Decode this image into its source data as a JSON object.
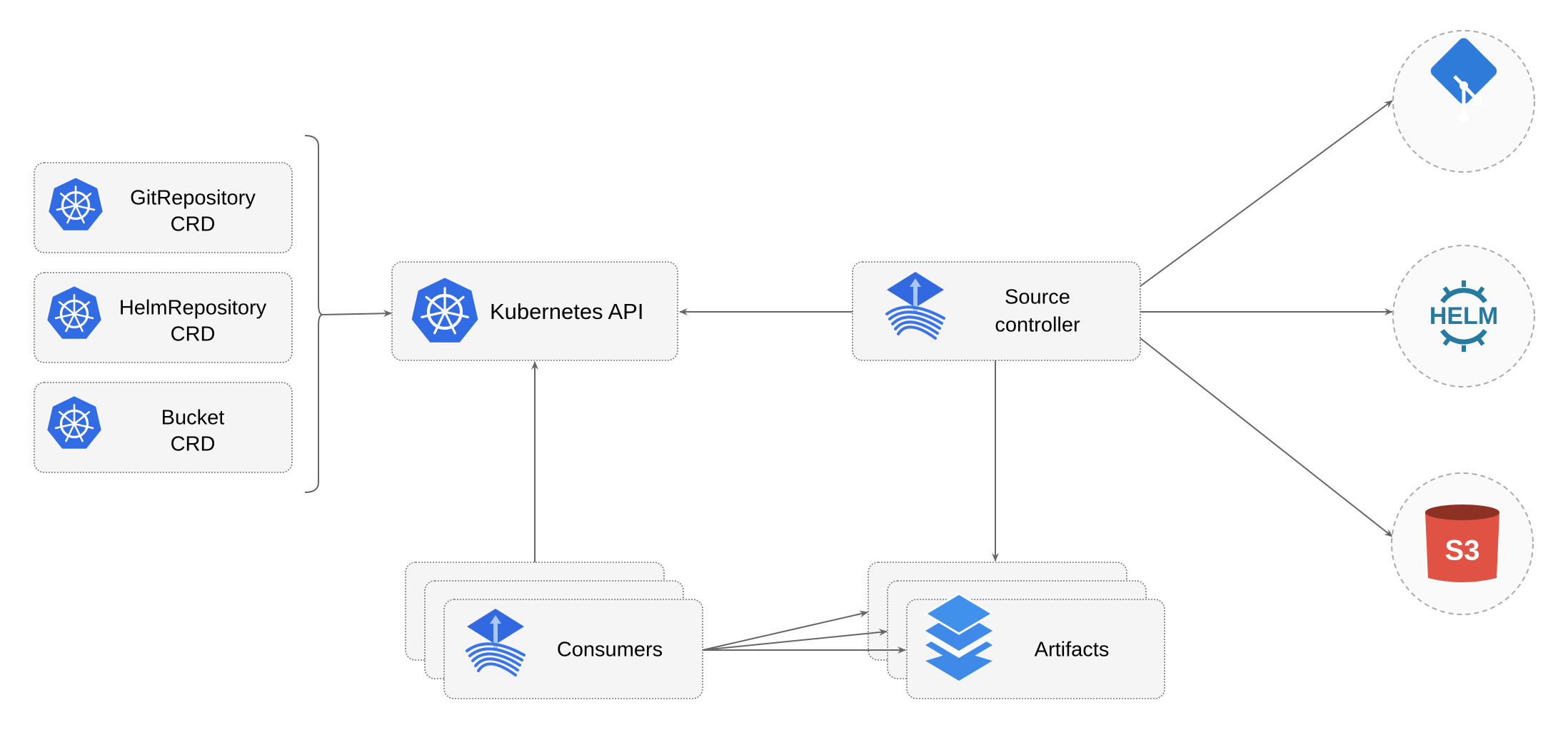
{
  "crds": [
    {
      "line1": "GitRepository",
      "line2": "CRD",
      "icon": "kubernetes-icon"
    },
    {
      "line1": "HelmRepository",
      "line2": "CRD",
      "icon": "kubernetes-icon"
    },
    {
      "line1": "Bucket",
      "line2": "CRD",
      "icon": "kubernetes-icon"
    }
  ],
  "kubernetes_api": {
    "label": "Kubernetes API",
    "icon": "kubernetes-icon"
  },
  "source_controller": {
    "line1": "Source",
    "line2": "controller",
    "icon": "flux-icon"
  },
  "consumers": {
    "label": "Consumers",
    "icon": "flux-icon"
  },
  "artifacts": {
    "label": "Artifacts",
    "icon": "layers-icon"
  },
  "sources": [
    {
      "name": "Git",
      "icon": "git-icon"
    },
    {
      "name": "Helm",
      "icon": "helm-icon",
      "text": "HELM"
    },
    {
      "name": "S3",
      "icon": "s3-bucket-icon",
      "text": "S3"
    }
  ],
  "colors": {
    "kubernetes": "#326ce5",
    "git": "#2f7bd9",
    "helm": "#277a9f",
    "s3_body": "#e05243",
    "s3_top": "#8c3123",
    "layers": "#3f8ae8",
    "edge": "#666666"
  }
}
